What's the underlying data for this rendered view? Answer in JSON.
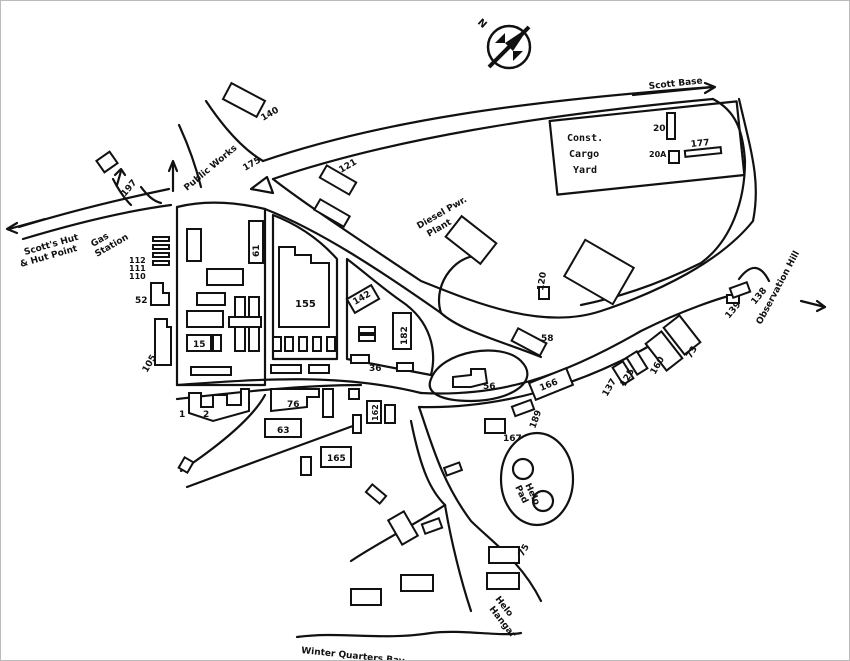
{
  "north": {
    "letter": "N"
  },
  "places": {
    "scotts_hut_line1": "Scott's Hut",
    "scotts_hut_line2": "& Hut Point",
    "gas_station_line1": "Gas",
    "gas_station_line2": "Station",
    "public_works": "Public Works",
    "diesel_line1": "Diesel Pwr.",
    "diesel_line2": "Plant",
    "scott_base": "Scott Base",
    "yard_line1": "Const.",
    "yard_line2": "Cargo",
    "yard_line3": "Yard",
    "observation_hill": "Observation Hill",
    "helo_pad_line1": "Helo",
    "helo_pad_line2": "Pad",
    "helo_hangar_line1": "Helo",
    "helo_hangar_line2": "Hangar",
    "winter_quarters_bay": "Winter Quarters Bay"
  },
  "buildings": {
    "b140": "140",
    "b175": "175",
    "b121": "121",
    "b197": "197",
    "b112": "112",
    "b111": "111",
    "b110": "110",
    "b52": "52",
    "b105": "105",
    "b61": "61",
    "b155": "155",
    "b142": "142",
    "b182": "182",
    "b15": "15",
    "b36": "36",
    "b1": "1",
    "b2": "2",
    "b76": "76",
    "b63": "63",
    "b165": "165",
    "b162": "162",
    "b56": "56",
    "b58": "58",
    "b120": "120",
    "b166": "166",
    "b189": "189",
    "b167": "167",
    "b137": "137",
    "b125": "125",
    "b160": "160",
    "b73": "73",
    "b139": "139",
    "b138": "138",
    "b20": "20",
    "b20a": "20A",
    "b177": "177",
    "b75": "75"
  }
}
